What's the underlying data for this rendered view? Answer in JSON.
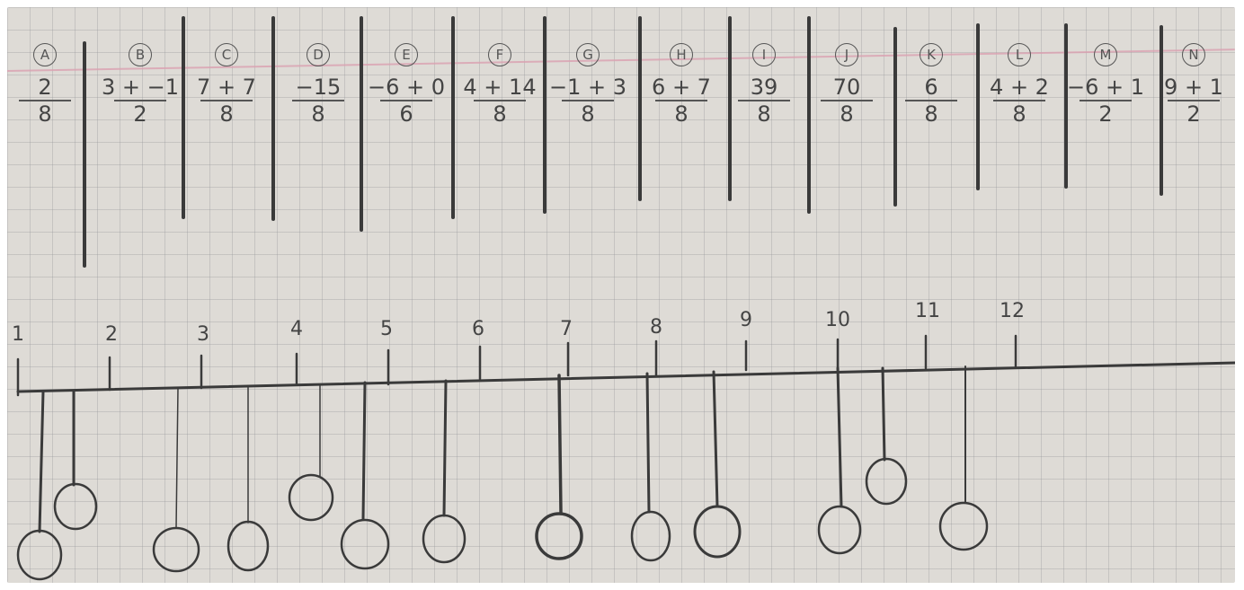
{
  "columns": [
    {
      "letter": "A",
      "num": "2",
      "den": "8"
    },
    {
      "letter": "B",
      "num": "3 + −1",
      "den": "2"
    },
    {
      "letter": "C",
      "num": "7 + 7",
      "den": "8"
    },
    {
      "letter": "D",
      "num": "−15",
      "den": "8"
    },
    {
      "letter": "E",
      "num": "−6 + 0",
      "den": "6"
    },
    {
      "letter": "F",
      "num": "4 + 14",
      "den": "8"
    },
    {
      "letter": "G",
      "num": "−1 + 3",
      "den": "8"
    },
    {
      "letter": "H",
      "num": "6 + 7",
      "den": "8"
    },
    {
      "letter": "I",
      "num": "39",
      "den": "8"
    },
    {
      "letter": "J",
      "num": "70",
      "den": "8"
    },
    {
      "letter": "K",
      "num": "6",
      "den": "8"
    },
    {
      "letter": "L",
      "num": "4 + 2",
      "den": "8"
    },
    {
      "letter": "M",
      "num": "−6 + 1",
      "den": "2"
    },
    {
      "letter": "N",
      "num": "9 + 1",
      "den": "2"
    }
  ],
  "number_line": {
    "tick_labels": [
      "1",
      "2",
      "3",
      "4",
      "5",
      "6",
      "7",
      "8",
      "9",
      "10",
      "11",
      "12"
    ]
  },
  "ink_color": "#3a3a3a"
}
